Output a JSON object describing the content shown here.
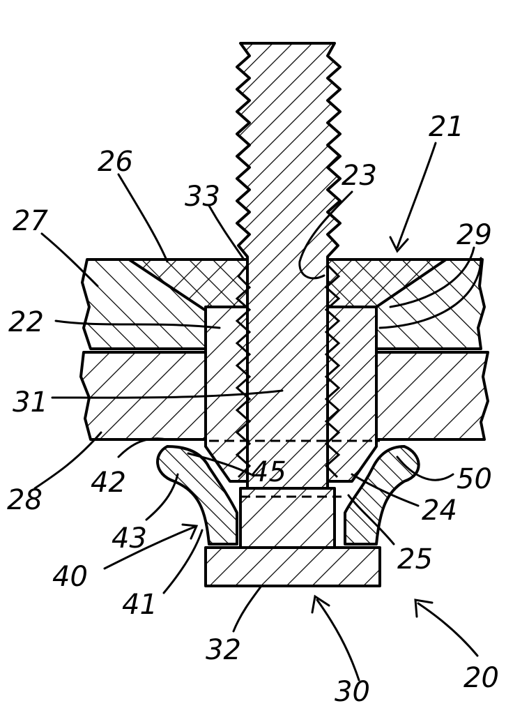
{
  "labels": {
    "l20": "20",
    "l21": "21",
    "l22": "22",
    "l23": "23",
    "l24": "24",
    "l25": "25",
    "l26": "26",
    "l27": "27",
    "l28": "28",
    "l29": "29",
    "l30": "30",
    "l31": "31",
    "l32": "32",
    "l33": "33",
    "l40": "40",
    "l41": "41",
    "l42": "42",
    "l43": "43",
    "l45": "45",
    "l50": "50"
  },
  "colors": {
    "line": "#000000",
    "background": "#ffffff"
  }
}
